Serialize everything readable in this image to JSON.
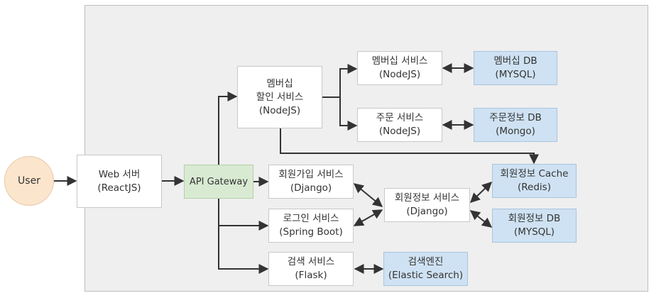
{
  "user": "User",
  "web": [
    "Web 서버",
    "(ReactJS)"
  ],
  "gateway": "API Gateway",
  "membership_discount": [
    "멤버십",
    "할인 서비스",
    "(NodeJS)"
  ],
  "membership_service": [
    "멤버십 서비스",
    "(NodeJS)"
  ],
  "membership_db": [
    "멤버십 DB",
    "(MYSQL)"
  ],
  "order_service": [
    "주문 서비스",
    "(NodeJS)"
  ],
  "order_db": [
    "주문정보 DB",
    "(Mongo)"
  ],
  "signup_service": [
    "회원가입 서비스",
    "(Django)"
  ],
  "login_service": [
    "로그인 서비스",
    "(Spring Boot)"
  ],
  "search_service": [
    "검색 서비스",
    "(Flask)"
  ],
  "member_info_service": [
    "회원정보 서비스",
    "(Django)"
  ],
  "member_cache": [
    "회원정보 Cache",
    "(Redis)"
  ],
  "member_db": [
    "회원정보 DB",
    "(MYSQL)"
  ],
  "search_engine": [
    "검색엔진",
    "(Elastic Search)"
  ],
  "colors": {
    "service_box": "#ffffff",
    "db_box": "#cfe2f3",
    "gateway_box": "#d9ead3",
    "user_circle": "#fce5cd",
    "panel": "#efefef",
    "wire": "#333333"
  }
}
